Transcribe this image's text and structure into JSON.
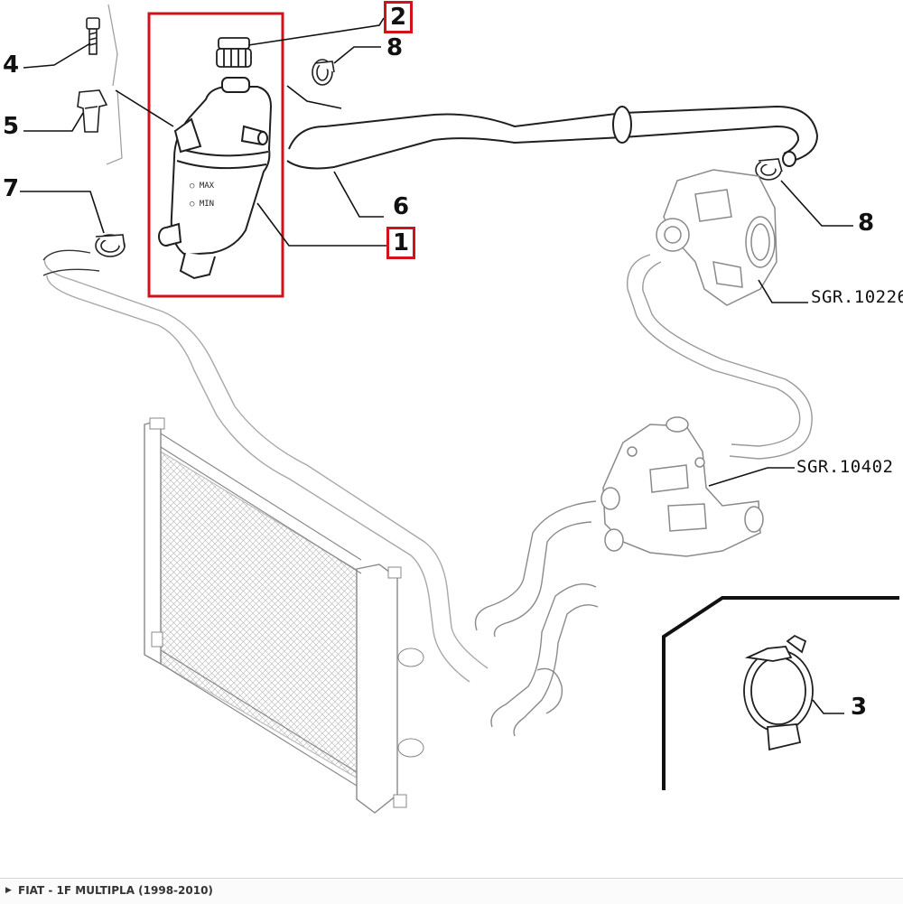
{
  "callouts": {
    "c1": "1",
    "c2": "2",
    "c3": "3",
    "c4": "4",
    "c5": "5",
    "c6": "6",
    "c7": "7",
    "c8a": "8",
    "c8b": "8"
  },
  "group_refs": {
    "throttle": "SGR.10226",
    "thermostat": "SGR.10402"
  },
  "footer": {
    "title": "FIAT - 1F MULTIPLA (1998-2010)"
  },
  "colors": {
    "highlight": "#d0121b",
    "line": "#222222",
    "faint": "#9a9a9a"
  }
}
